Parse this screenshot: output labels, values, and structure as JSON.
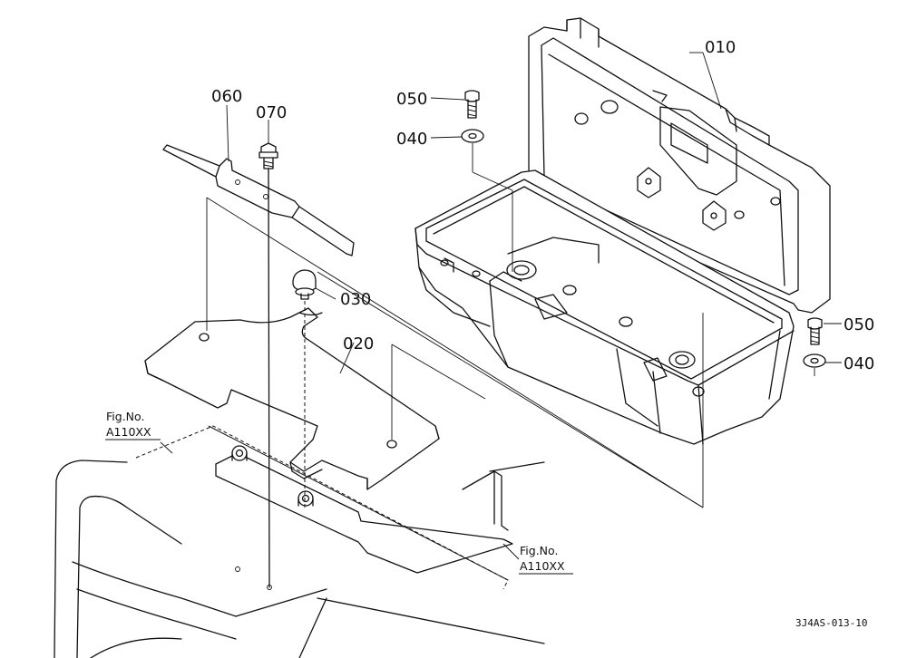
{
  "diagram": {
    "part_labels": {
      "p010": "010",
      "p020": "020",
      "p030": "030",
      "p040_left": "040",
      "p040_right": "040",
      "p050_left": "050",
      "p050_right": "050",
      "p060": "060",
      "p070": "070"
    },
    "figure_refs": {
      "upper_left_line1": "Fig.No.",
      "upper_left_line2": "A110XX",
      "lower_right_line1": "Fig.No.",
      "lower_right_line2": "A110XX"
    },
    "drawing_code": "3J4AS-013-10"
  }
}
